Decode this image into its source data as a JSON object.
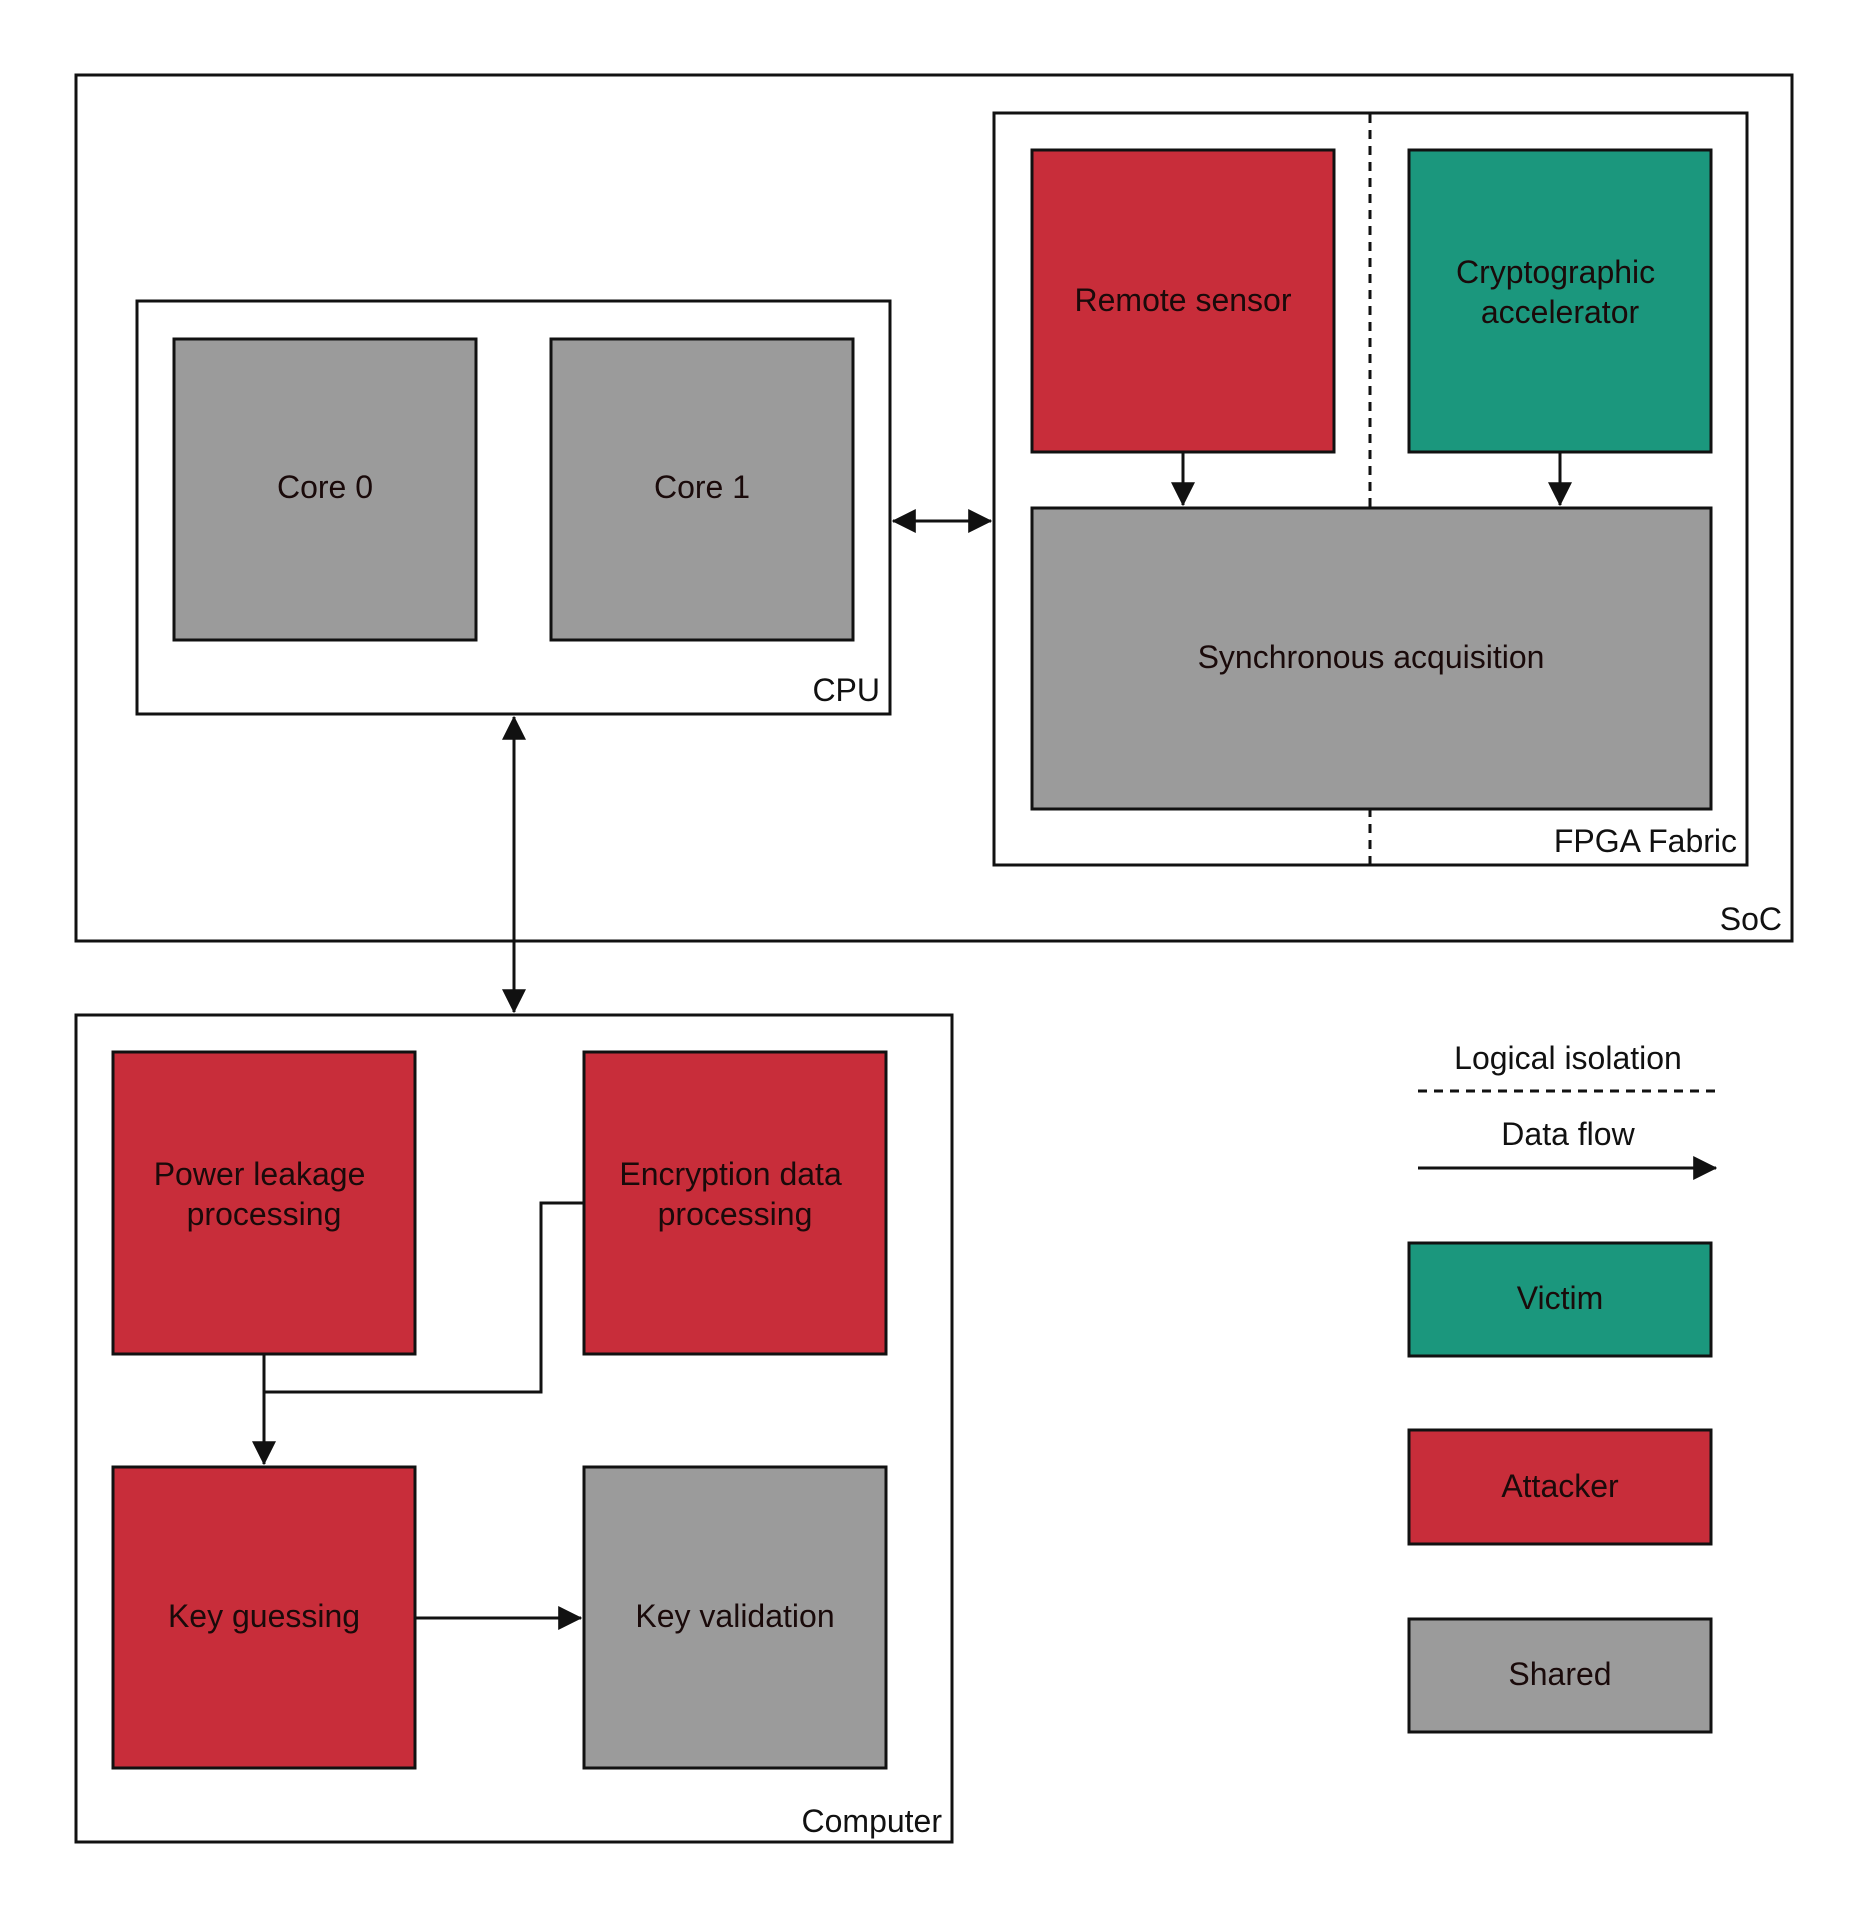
{
  "colors": {
    "attacker": "#C82D3A",
    "victim": "#1B977D",
    "shared": "#9B9B9B",
    "border": "#111111",
    "background": "#FFFFFF"
  },
  "containers": {
    "soc": "SoC",
    "cpu": "CPU",
    "fpga": "FPGA Fabric",
    "computer": "Computer"
  },
  "blocks": {
    "core0": "Core 0",
    "core1": "Core 1",
    "remote_sensor": "Remote sensor",
    "crypto_accel": [
      "Cryptographic",
      "accelerator"
    ],
    "sync_acq": "Synchronous acquisition",
    "power_leakage": [
      "Power leakage",
      "processing"
    ],
    "encryption_data": [
      "Encryption data",
      "processing"
    ],
    "key_guessing": "Key guessing",
    "key_validation": "Key validation"
  },
  "legend": {
    "logical_isolation": "Logical isolation",
    "data_flow": "Data flow",
    "victim": "Victim",
    "attacker": "Attacker",
    "shared": "Shared"
  }
}
